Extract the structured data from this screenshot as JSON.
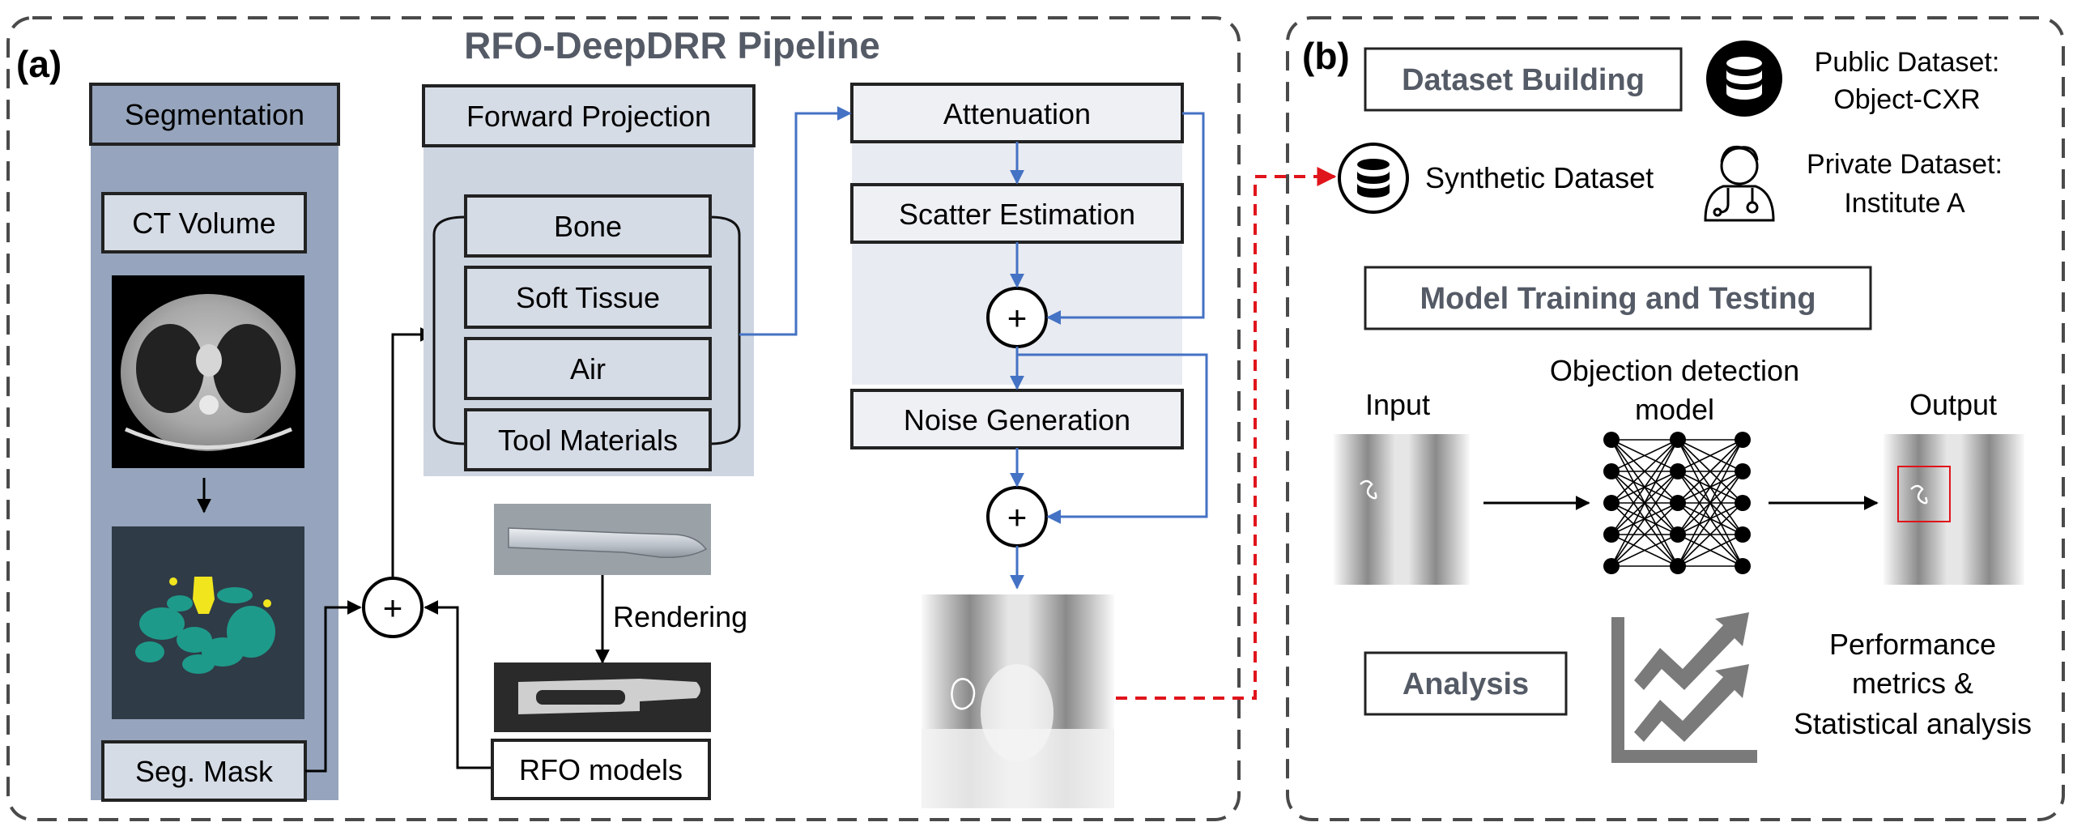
{
  "panel_a": {
    "letter": "(a)",
    "title": "RFO-DeepDRR Pipeline",
    "segmentation": {
      "header": "Segmentation",
      "ct_volume": "CT Volume",
      "seg_mask": "Seg. Mask"
    },
    "forward_projection": {
      "header": "Forward Projection",
      "materials": [
        "Bone",
        "Soft Tissue",
        "Air",
        "Tool Materials"
      ]
    },
    "physics": {
      "attenuation": "Attenuation",
      "scatter": "Scatter Estimation",
      "noise": "Noise Generation",
      "plus": "+"
    },
    "rendering_label": "Rendering",
    "rfo_models": "RFO models"
  },
  "panel_b": {
    "letter": "(b)",
    "dataset_building": "Dataset Building",
    "public_dataset": [
      "Public Dataset:",
      "Object-CXR"
    ],
    "synthetic_dataset": "Synthetic Dataset",
    "private_dataset": [
      "Private Dataset:",
      "Institute A"
    ],
    "model_training": "Model Training and Testing",
    "input_label": "Input",
    "model_label": [
      "Objection detection",
      "model"
    ],
    "output_label": "Output",
    "analysis": "Analysis",
    "performance": [
      "Performance",
      "metrics &",
      "Statistical analysis"
    ]
  },
  "colors": {
    "border": "#4a4a4a",
    "seg_panel": "#96a5bd",
    "fp_panel": "#cdd5e1",
    "phys_panel": "#e8ebf1",
    "box_fill": "#d6dce6",
    "blue_arrow": "#4472c4",
    "red_dash": "#e0141b",
    "title_gray": "#555b66"
  },
  "icons": [
    "database-icon",
    "doctor-icon",
    "trend-chart-icon",
    "neural-network-icon"
  ]
}
